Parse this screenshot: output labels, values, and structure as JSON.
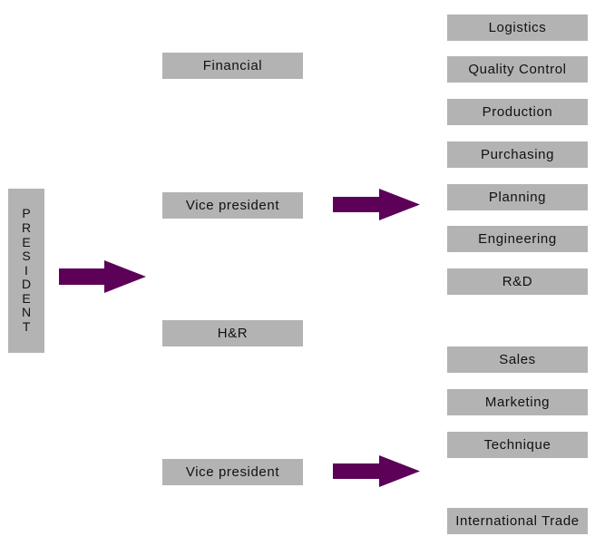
{
  "president": {
    "label": "PRESIDENT"
  },
  "level2": {
    "financial": "Financial",
    "vice_president_1": "Vice president",
    "hr": "H&R",
    "vice_president_2": "Vice president"
  },
  "departments_vp1": [
    "Logistics",
    "Quality Control",
    "Production",
    "Purchasing",
    "Planning",
    "Engineering",
    "R&D"
  ],
  "departments_vp2": [
    "Sales",
    "Marketing",
    "Technique",
    "International Trade"
  ],
  "colors": {
    "box": "#b3b3b3",
    "arrow": "#5c0058",
    "text": "#111111"
  }
}
